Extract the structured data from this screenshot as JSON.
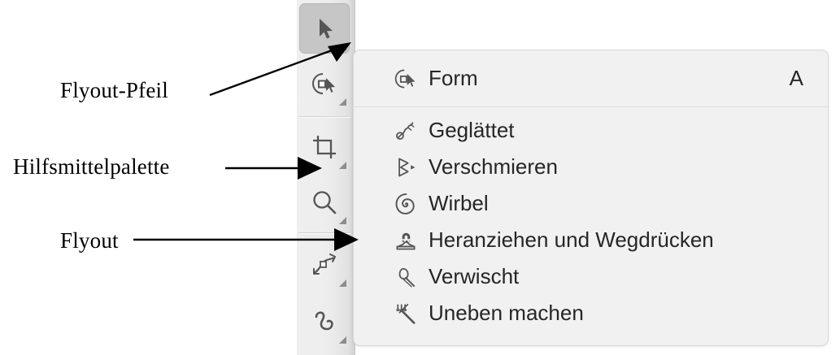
{
  "annotations": [
    {
      "id": "flyout-arrow",
      "text": "Flyout-Pfeil"
    },
    {
      "id": "tool-palette",
      "text": "Hilfsmittelpalette"
    },
    {
      "id": "flyout",
      "text": "Flyout"
    }
  ],
  "toolbar": {
    "name": "Hilfsmittelpalette",
    "buttons": [
      {
        "icon": "pointer-select-icon",
        "selected": true,
        "has_flyout": true
      },
      {
        "icon": "shape-node-edit-icon",
        "selected": false,
        "has_flyout": true
      },
      {
        "icon": "crop-icon",
        "selected": false,
        "has_flyout": true
      },
      {
        "icon": "magnifier-zoom-icon",
        "selected": false,
        "has_flyout": true
      },
      {
        "icon": "transform-curve-icon",
        "selected": false,
        "has_flyout": true
      },
      {
        "icon": "freehand-curve-icon",
        "selected": false,
        "has_flyout": true
      }
    ]
  },
  "flyout": {
    "header": {
      "icon": "shape-node-edit-icon",
      "label": "Form",
      "shortcut": "A"
    },
    "items": [
      {
        "icon": "smooth-icon",
        "label": "Geglättet"
      },
      {
        "icon": "smear-icon",
        "label": "Verschmieren"
      },
      {
        "icon": "swirl-icon",
        "label": "Wirbel"
      },
      {
        "icon": "attract-repel-icon",
        "label": "Heranziehen und Wegdrücken"
      },
      {
        "icon": "smudge-icon",
        "label": "Verwischt"
      },
      {
        "icon": "roughen-icon",
        "label": "Uneben machen"
      }
    ]
  },
  "colors": {
    "panel_bg": "#f1f1f1",
    "toolbar_bg": "#ededed",
    "selected_button": "#c6c6c6",
    "icon_gray": "#555555",
    "text": "#262626",
    "annotation_text": "#000000"
  }
}
